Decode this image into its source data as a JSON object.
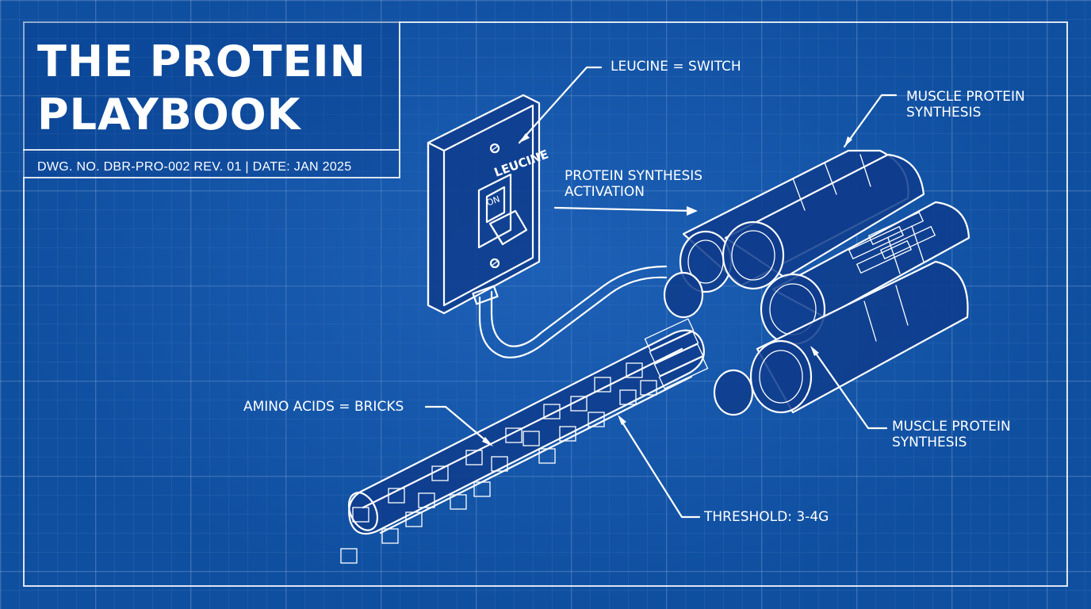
{
  "title": {
    "line1": "THE PROTEIN",
    "line2": "PLAYBOOK",
    "drawing_info": "DWG. NO. DBR-PRO-002 REV. 01 | DATE: JAN 2025"
  },
  "switch": {
    "label": "LEUCINE",
    "state": "ON"
  },
  "annotations": {
    "leucine": "LEUCINE = SWITCH",
    "activation_line1": "PROTEIN SYNTHESIS",
    "activation_line2": "ACTIVATION",
    "mps_top_line1": "MUSCLE PROTEIN",
    "mps_top_line2": "SYNTHESIS",
    "mps_bottom_line1": "MUSCLE PROTEIN",
    "mps_bottom_line2": "SYNTHESIS",
    "amino": "AMINO ACIDS = BRICKS",
    "threshold": "THRESHOLD: 3-4G"
  },
  "colors": {
    "background": "#0f4fa0",
    "line": "#ffffff"
  }
}
